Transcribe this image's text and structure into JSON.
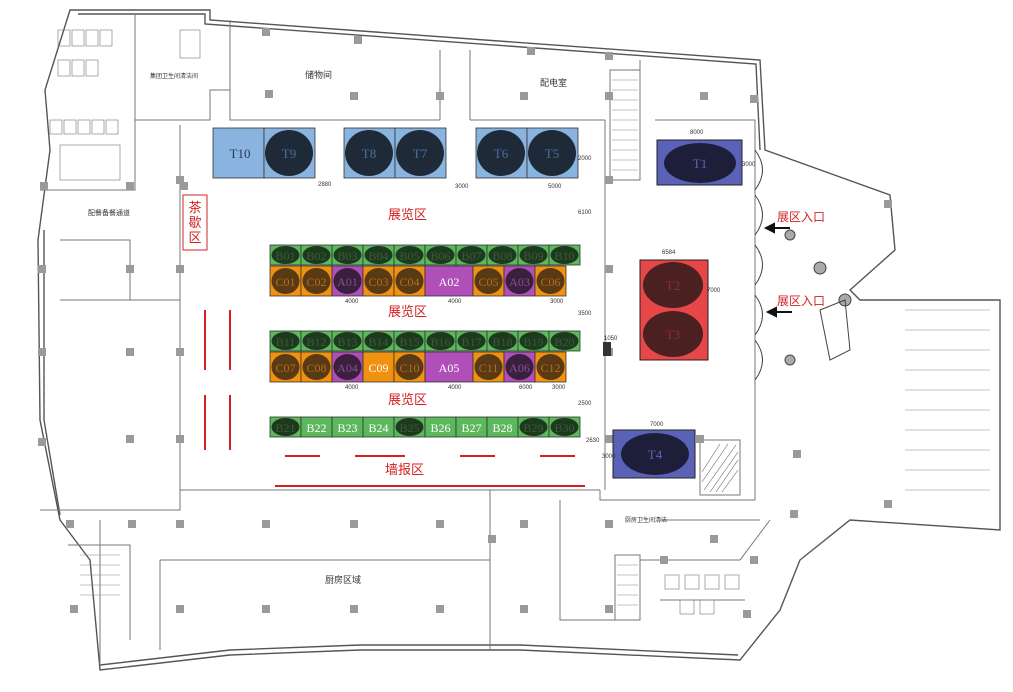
{
  "colors": {
    "tea_blue": "#8ab4e0",
    "dark_booth": "#1e3a1e",
    "green_booth": "#5cb85c",
    "orange_booth": "#f0920f",
    "purple_booth": "#b04fb8",
    "red_booth": "#e8474a",
    "navy_booth": "#5a62b8",
    "annotation_red": "#d42020"
  },
  "rooms": {
    "storage": "储物间",
    "electrical": "配电室",
    "top_left_office": "集团卫生间清洁间",
    "left_hall": "配餐备餐通道",
    "kitchen": "厨房区域",
    "bottom_right_office": "厨房卫生间清洁"
  },
  "zones": {
    "exhibition_1": "展览区",
    "exhibition_2": "展览区",
    "exhibition_3": "展览区",
    "wall_poster": "墙报区",
    "tea_break": "茶歇区",
    "entrance_1": "展区入口",
    "entrance_2": "展区入口"
  },
  "top_row": [
    "T10",
    "T9",
    "T8",
    "T7",
    "T6",
    "T5"
  ],
  "top_dims": {
    "left": "2880",
    "mid": "3000",
    "right": "5000",
    "side": "2000"
  },
  "row1_b": [
    "B01",
    "B02",
    "B03",
    "B04",
    "B05",
    "B06",
    "B07",
    "B08",
    "B09",
    "B10"
  ],
  "row1_c": [
    {
      "id": "C01",
      "kind": "orange"
    },
    {
      "id": "C02",
      "kind": "orange"
    },
    {
      "id": "A01",
      "kind": "purple"
    },
    {
      "id": "C03",
      "kind": "orange"
    },
    {
      "id": "C04",
      "kind": "orange"
    },
    {
      "id": "A02",
      "kind": "purple"
    },
    {
      "id": "C05",
      "kind": "orange"
    },
    {
      "id": "A03",
      "kind": "purple"
    },
    {
      "id": "C06",
      "kind": "orange"
    }
  ],
  "row1_dims": [
    "4000",
    "4000",
    "3000"
  ],
  "row2_b": [
    "B11",
    "B12",
    "B13",
    "B14",
    "B15",
    "B16",
    "B17",
    "B18",
    "B19",
    "B20"
  ],
  "row2_c": [
    {
      "id": "C07",
      "kind": "orange"
    },
    {
      "id": "C08",
      "kind": "orange"
    },
    {
      "id": "A04",
      "kind": "purple"
    },
    {
      "id": "C09",
      "kind": "orange"
    },
    {
      "id": "C10",
      "kind": "orange"
    },
    {
      "id": "A05",
      "kind": "purple"
    },
    {
      "id": "C11",
      "kind": "orange"
    },
    {
      "id": "A06",
      "kind": "purple"
    },
    {
      "id": "C12",
      "kind": "orange"
    }
  ],
  "row2_dims": [
    "4000",
    "4000",
    "6000",
    "3000"
  ],
  "row3_b": [
    {
      "id": "B21",
      "dark": true
    },
    {
      "id": "B22",
      "dark": false
    },
    {
      "id": "B23",
      "dark": false
    },
    {
      "id": "B24",
      "dark": false
    },
    {
      "id": "B25",
      "dark": true
    },
    {
      "id": "B26",
      "dark": false
    },
    {
      "id": "B27",
      "dark": false
    },
    {
      "id": "B28",
      "dark": false
    },
    {
      "id": "B29",
      "dark": true
    },
    {
      "id": "B30",
      "dark": true
    }
  ],
  "right_stands": {
    "t1": "T1",
    "t1_width": "8000",
    "t1_height": "3000",
    "t2": "T2",
    "t3": "T3",
    "t23_width": "6584",
    "t23_height": "7000",
    "t4": "T4",
    "t4_width": "7000",
    "t4_height": "3000",
    "small_dim": "1050",
    "gap_dim": "2630"
  },
  "side_dims": {
    "a": "6100",
    "b": "3500",
    "c": "2500"
  }
}
